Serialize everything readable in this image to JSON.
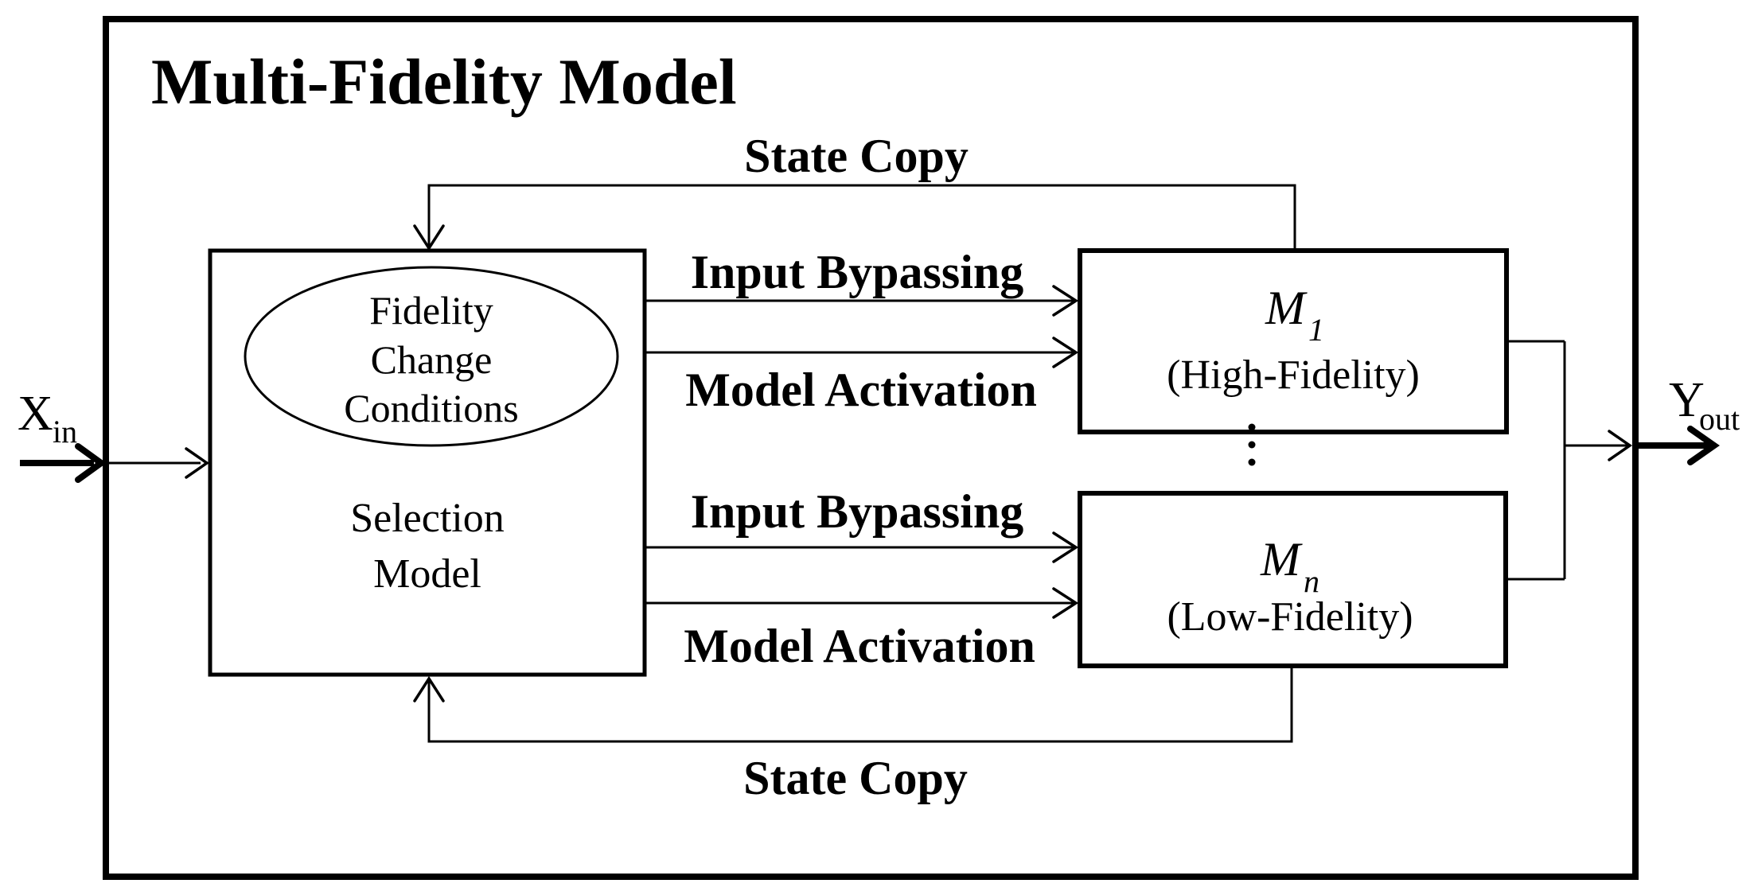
{
  "diagram": {
    "title": "Multi-Fidelity Model",
    "input": {
      "symbol": "X",
      "subscript": "in"
    },
    "output": {
      "symbol": "Y",
      "subscript": "out"
    },
    "selection_model": {
      "ellipse_line1": "Fidelity",
      "ellipse_line2": "Change",
      "ellipse_line3": "Conditions",
      "label_line1": "Selection",
      "label_line2": "Model"
    },
    "models": {
      "m1": {
        "symbol": "M",
        "subscript": "1",
        "qualifier": "(High-Fidelity)"
      },
      "mn": {
        "symbol": "M",
        "subscript": "n",
        "qualifier": "(Low-Fidelity)"
      }
    },
    "edges": {
      "state_copy_top": "State Copy",
      "state_copy_bottom": "State Copy",
      "input_bypassing_top": "Input Bypassing",
      "model_activation_top": "Model Activation",
      "input_bypassing_bottom": "Input Bypassing",
      "model_activation_bottom": "Model Activation"
    },
    "colors": {
      "ink": "#000000",
      "background": "#ffffff"
    }
  }
}
